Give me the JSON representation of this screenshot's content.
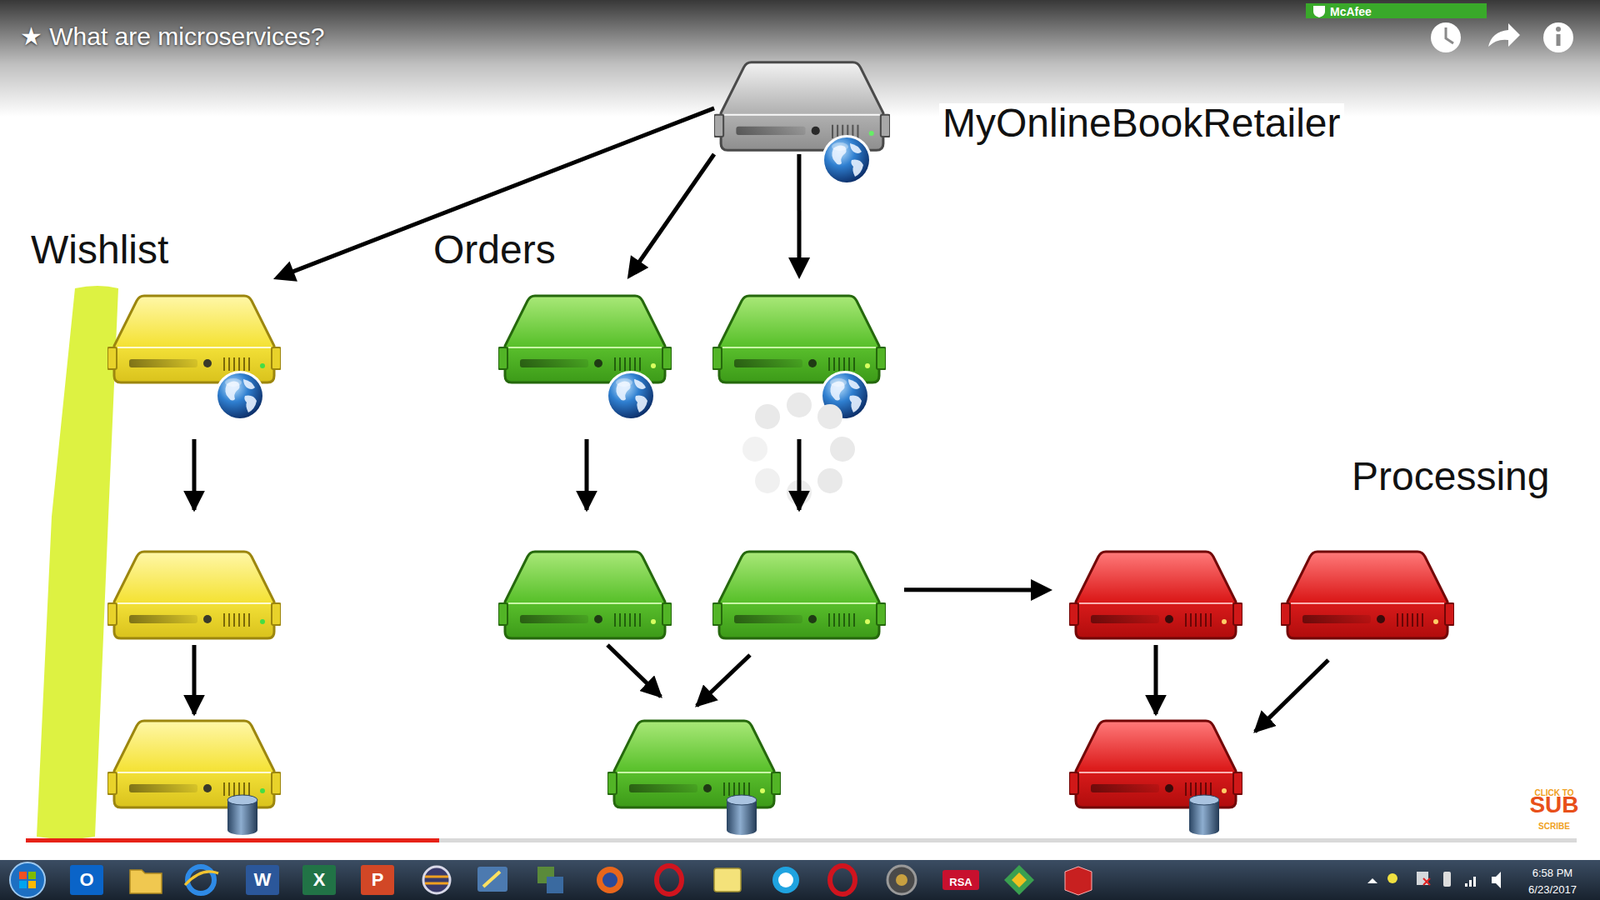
{
  "diagram": {
    "title": "★ What are microservices?",
    "nodes": [
      {
        "text": [
          "MyOnlineBookRetailer"
        ]
      },
      {
        "text": [
          "Wishlist"
        ]
      },
      {
        "text": [
          "Orders"
        ]
      },
      {
        "text": [
          "Processing"
        ]
      }
    ],
    "edges": [
      {
        "from": 0,
        "to": 1,
        "arrow": "to"
      },
      {
        "from": 0,
        "to": 2,
        "arrow": "to"
      },
      {
        "from": 0,
        "to": 2,
        "arrow": "to"
      },
      {
        "from": 2,
        "to": 3,
        "arrow": "to"
      }
    ],
    "labels": [
      "McAfee",
      "CLICK TO",
      "SUB",
      "SCRIBE",
      "O",
      "W",
      "X",
      "P",
      "RSA",
      "6:58 PM",
      "6/23/2017"
    ]
  }
}
